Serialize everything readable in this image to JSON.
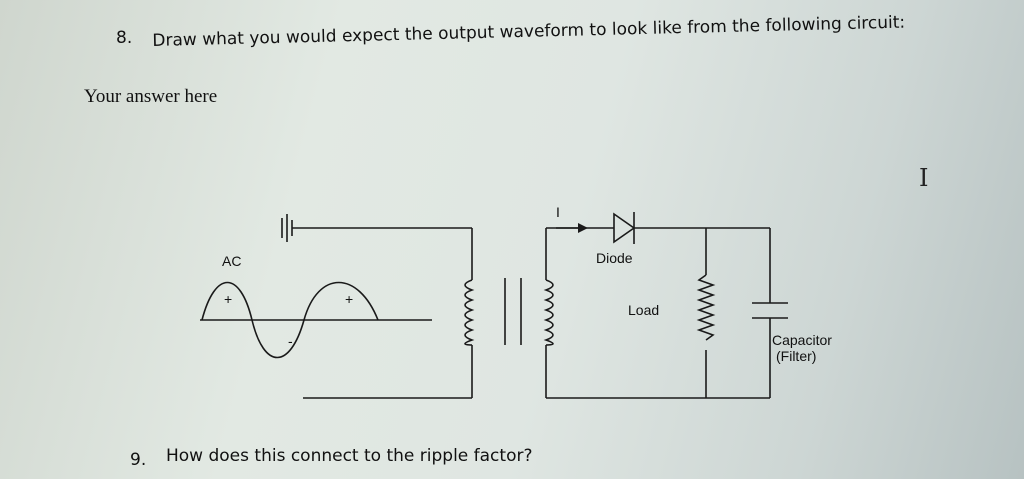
{
  "question8": {
    "number": "8.",
    "text": "Draw what you would expect the output waveform to look like from the following circuit:"
  },
  "answer_placeholder": "Your answer here",
  "text_cursor": "I",
  "circuit": {
    "ac_label": "AC",
    "plus_1": "+",
    "plus_2": "+",
    "minus": "-",
    "current_label": "I",
    "diode_label": "Diode",
    "load_label": "Load",
    "capacitor_label_1": "Capacitor",
    "capacitor_label_2": "(Filter)"
  },
  "question9": {
    "number": "9.",
    "text": "How does this connect to the ripple factor?"
  }
}
